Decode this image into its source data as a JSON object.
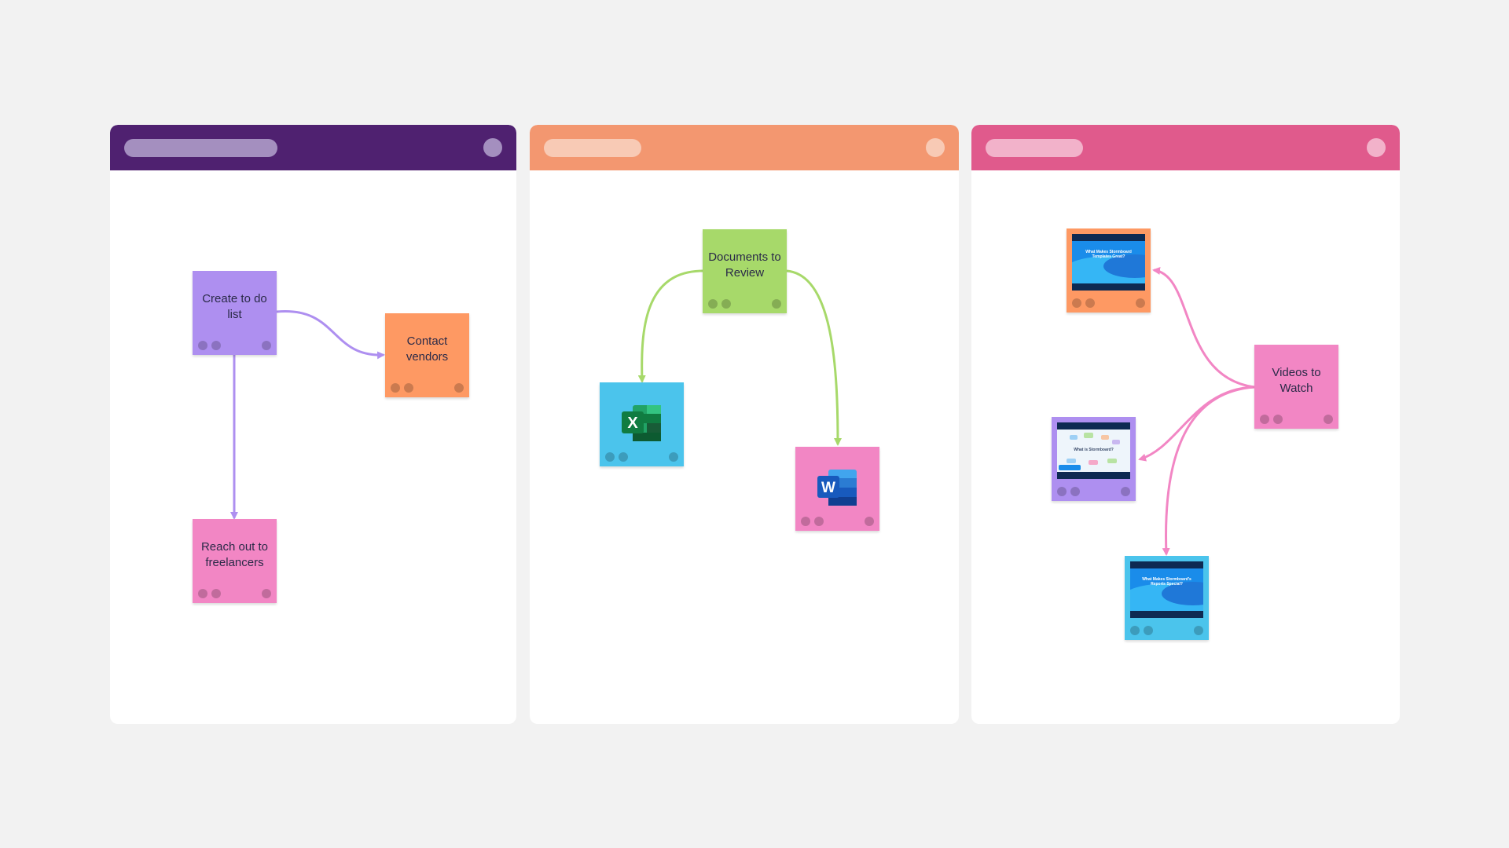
{
  "columns": [
    {
      "id": "todo",
      "header_color": "#4f2170"
    },
    {
      "id": "documents",
      "header_color": "#f39770"
    },
    {
      "id": "videos",
      "header_color": "#e05a8c"
    }
  ],
  "notes": {
    "create_todo": {
      "text": "Create to do list",
      "color": "#ae8ff0"
    },
    "contact_vendors": {
      "text": "Contact vendors",
      "color": "#fe9963"
    },
    "reach_freelancers": {
      "text": "Reach out to freelancers",
      "color": "#f286c4"
    },
    "documents_review": {
      "text": "Documents to Review",
      "color": "#a7d96a"
    },
    "excel_file": {
      "icon": "excel-icon",
      "letter": "X",
      "color": "#4bc4ec"
    },
    "word_file": {
      "icon": "word-icon",
      "letter": "W",
      "color": "#f286c4"
    },
    "videos_watch": {
      "text": "Videos to Watch",
      "color": "#f286c4"
    },
    "video_1": {
      "caption": "What Makes Stormboard Templates Great?",
      "color": "#fe9963"
    },
    "video_2": {
      "caption": "What is Stormboard?",
      "color": "#ae8ff0"
    },
    "video_3": {
      "caption": "What Makes Stormboard's Reports Special?",
      "color": "#4bc4ec"
    }
  },
  "connector_colors": {
    "purple": "#ae8ff0",
    "green": "#a7d96a",
    "pink": "#f286c4"
  }
}
